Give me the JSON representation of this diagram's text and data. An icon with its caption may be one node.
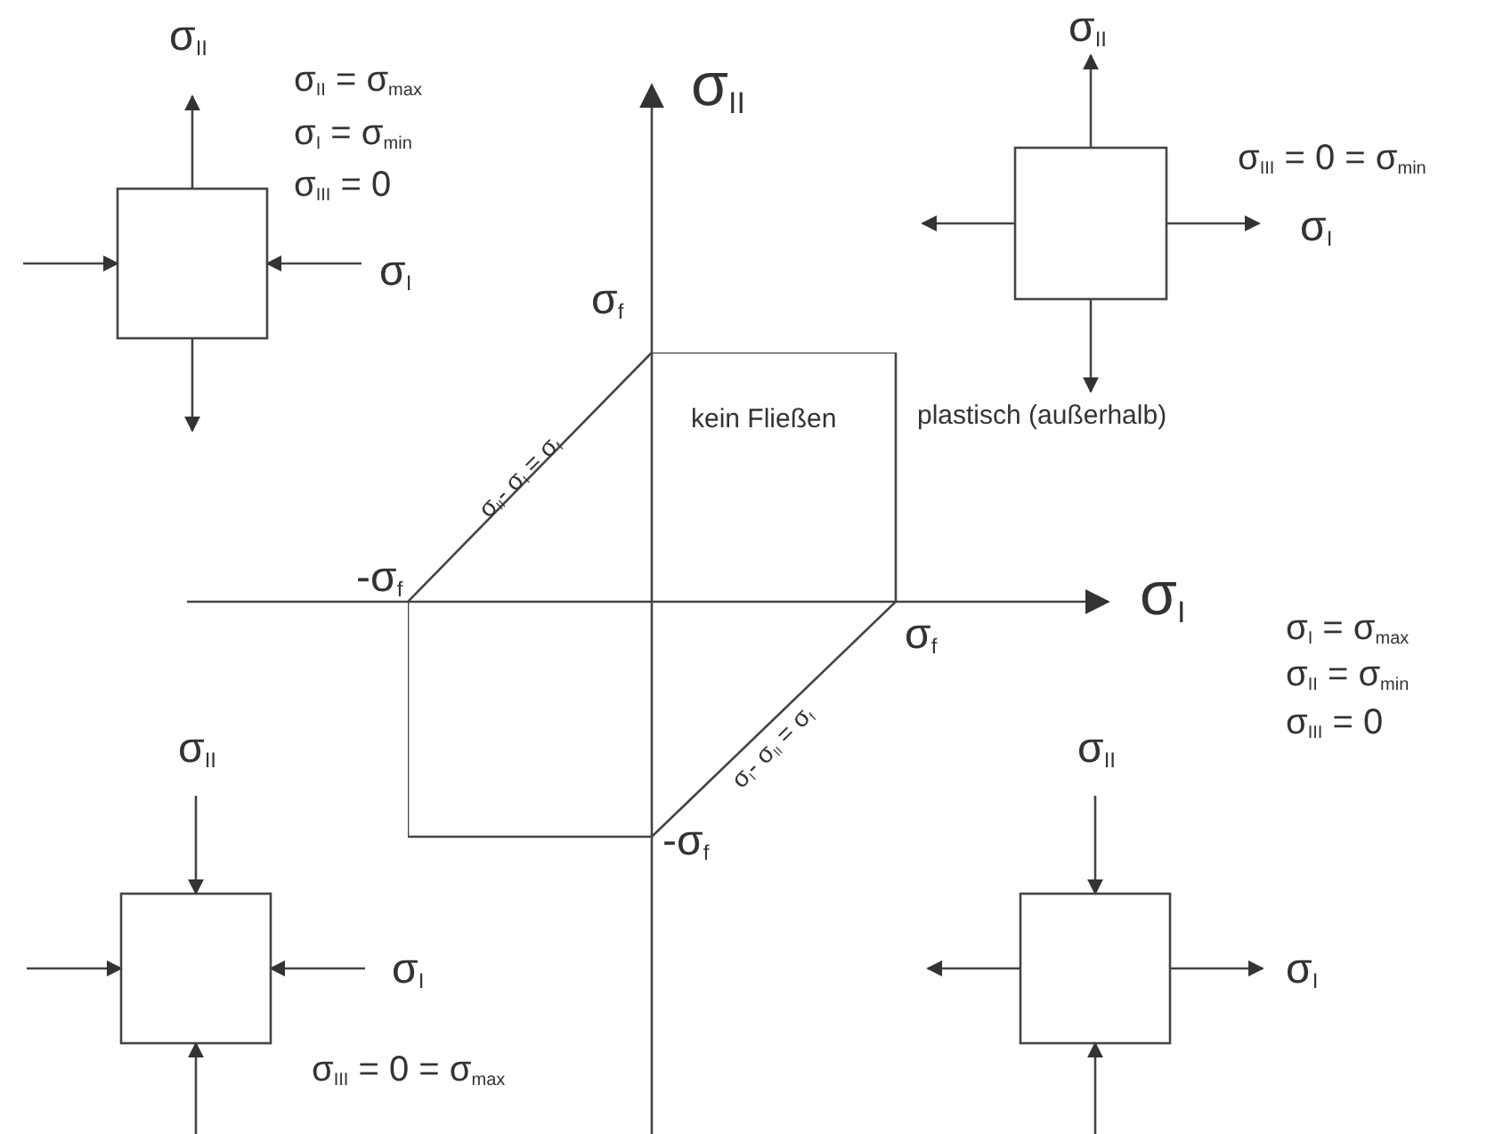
{
  "diagram": {
    "nodes": [
      {
        "text": [],
        "shape": "box"
      },
      {
        "text": [],
        "shape": "box"
      },
      {
        "text": [
          "kein Fließen"
        ]
      },
      {
        "text": [],
        "shape": "box"
      },
      {
        "text": [],
        "shape": "box"
      }
    ],
    "labels": [
      "σ$_{II}$",
      "σ$_{II}$ = σ$_{max}$",
      "σ$_{I}$ = σ$_{min}$",
      "σ$_{III}$ = 0",
      "σ$_{I}$",
      "σ$_{II}$",
      "σ$_{III}$ = 0 = σ$_{min}$",
      "σ$_{I}$",
      "σ$_{II}$",
      "σ$_{f}$",
      "plastisch (außerhalb)",
      "σ$_{II}$- σ$_{I}$ = σ$_{f}$",
      "-σ$_{f}$",
      "σ$_{I}$",
      "σ$_{f}$",
      "σ$_{I}$ = σ$_{max}$",
      "σ$_{II}$ = σ$_{min}$",
      "σ$_{III}$ = 0",
      "σ$_{I}$- σ$_{II}$ = σ$_{f}$",
      "σ$_{II}$",
      "σ$_{II}$",
      "-σ$_{f}$",
      "σ$_{I}$",
      "σ$_{I}$",
      "σ$_{III}$ = 0 = σ$_{max}$"
    ]
  }
}
